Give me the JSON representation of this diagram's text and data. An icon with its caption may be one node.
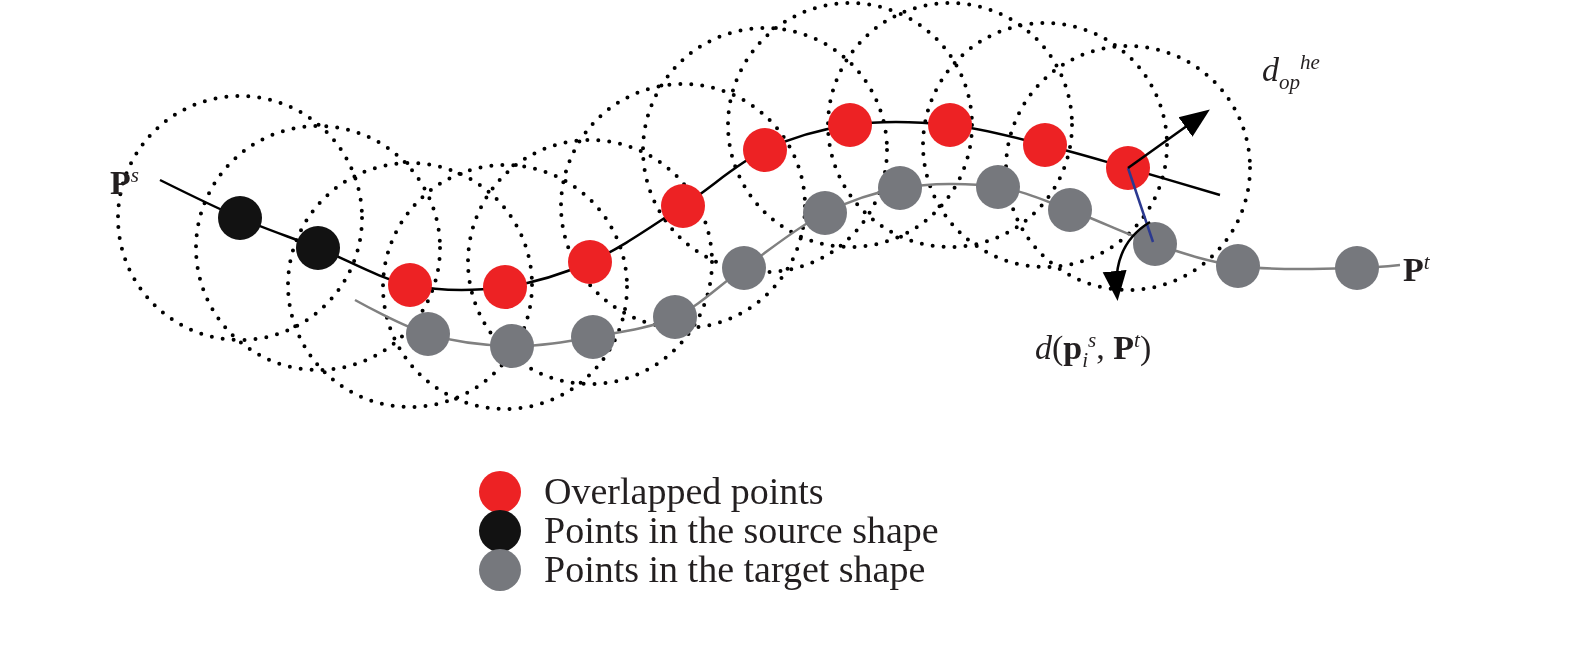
{
  "diagram": {
    "labels": [
      "*d*$_{op}$$^{he}$",
      "**P**$^{s}$",
      "**P**$^{t}$",
      "*d*(**p**$_{i}$$^{s}$, **P**$^{t}$)"
    ],
    "legend": [
      {
        "text": "Overlapped points",
        "color": "#ed2224"
      },
      {
        "text": "Points in the source shape",
        "color": "#121212"
      },
      {
        "text": "Points in the target shape",
        "color": "#76787d"
      }
    ]
  }
}
